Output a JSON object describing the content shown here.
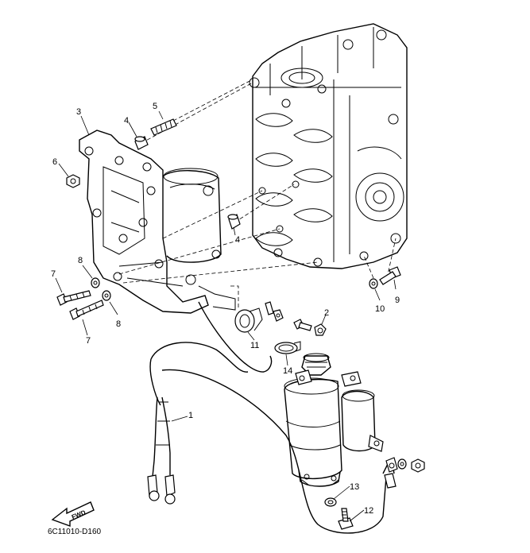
{
  "diagram": {
    "callouts": [
      {
        "id": "c1",
        "label": "1"
      },
      {
        "id": "c2",
        "label": "2"
      },
      {
        "id": "c3",
        "label": "3"
      },
      {
        "id": "c4a",
        "label": "4"
      },
      {
        "id": "c4b",
        "label": "4"
      },
      {
        "id": "c5",
        "label": "5"
      },
      {
        "id": "c6",
        "label": "6"
      },
      {
        "id": "c7a",
        "label": "7"
      },
      {
        "id": "c7b",
        "label": "7"
      },
      {
        "id": "c8a",
        "label": "8"
      },
      {
        "id": "c8b",
        "label": "8"
      },
      {
        "id": "c9",
        "label": "9"
      },
      {
        "id": "c10",
        "label": "10"
      },
      {
        "id": "c11",
        "label": "11"
      },
      {
        "id": "c12",
        "label": "12"
      },
      {
        "id": "c13",
        "label": "13"
      },
      {
        "id": "c14",
        "label": "14"
      }
    ],
    "fwd_label": "FWD",
    "drawing_code": "6C11010-D160"
  }
}
